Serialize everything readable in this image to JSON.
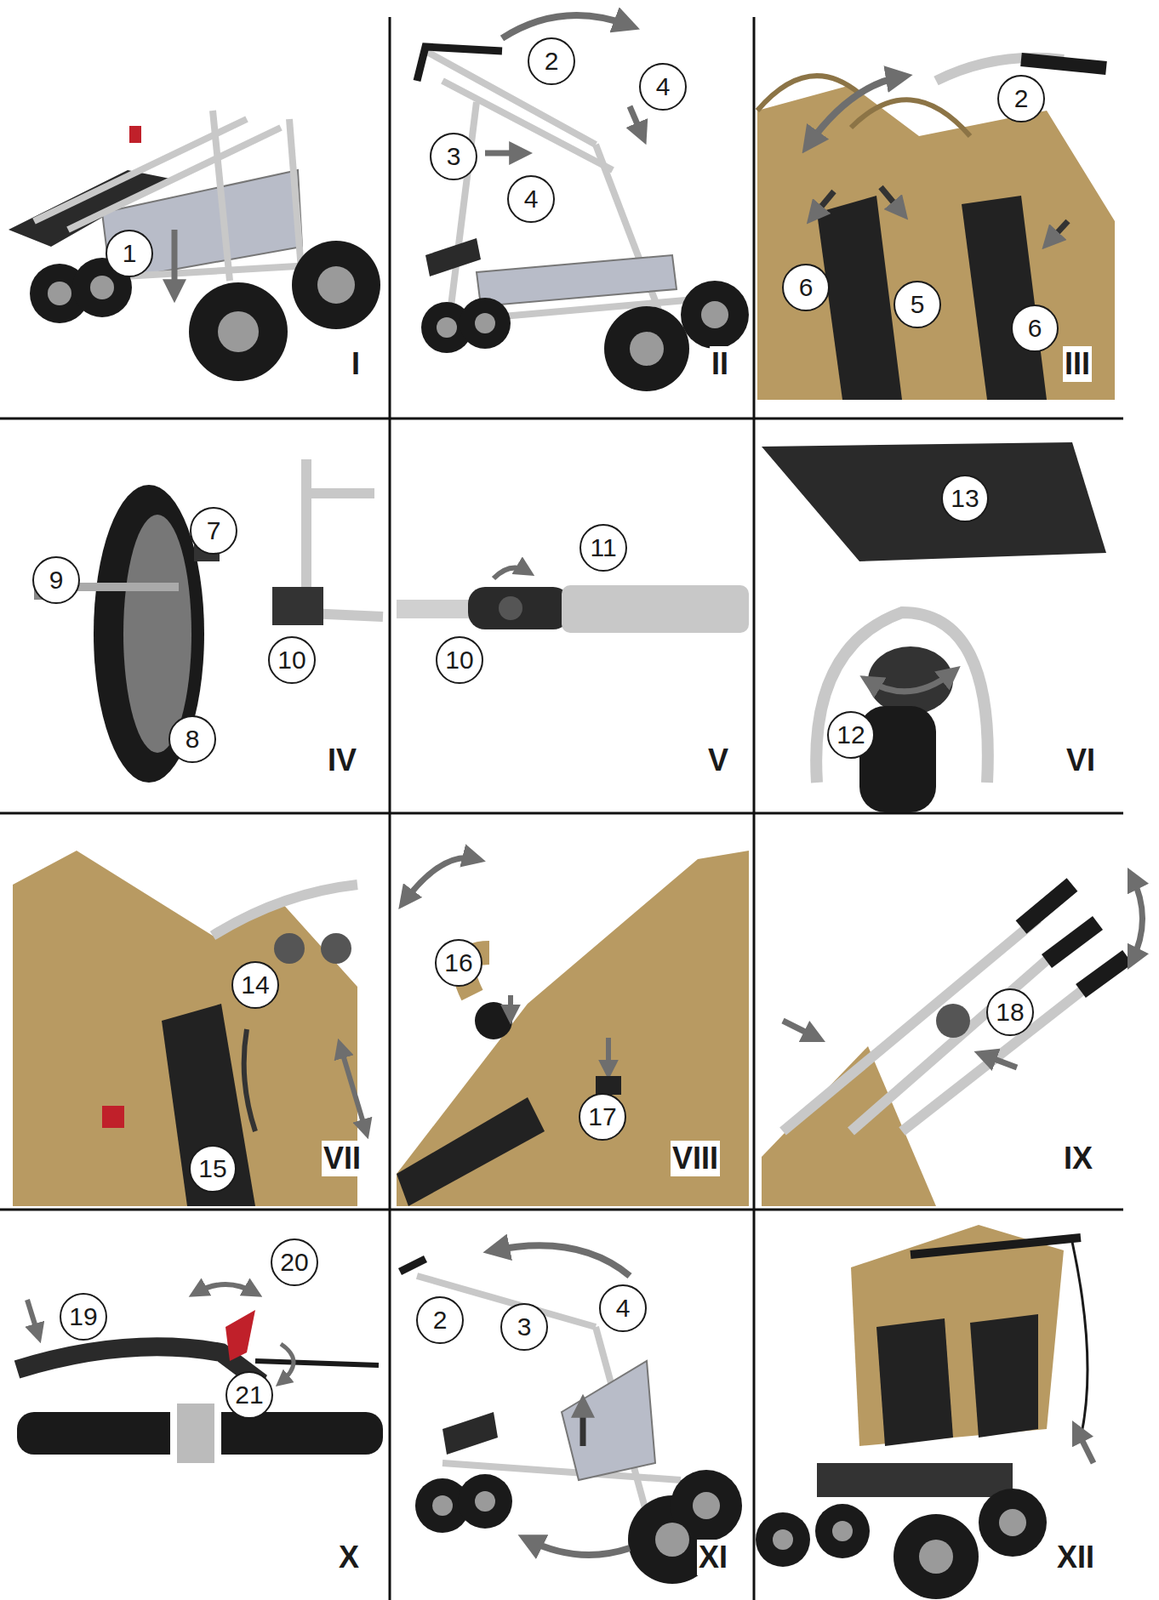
{
  "diagram": {
    "labels": [
      "1",
      "I",
      "2",
      "4",
      "3",
      "4",
      "II",
      "2",
      "6",
      "5",
      "6",
      "III",
      "7",
      "9",
      "10",
      "8",
      "IV",
      "11",
      "10",
      "V",
      "13",
      "12",
      "VI",
      "14",
      "15",
      "VII",
      "16",
      "17",
      "VIII",
      "18",
      "IX",
      "20",
      "19",
      "21",
      "X",
      "2",
      "3",
      "4",
      "XI",
      "XII"
    ]
  }
}
